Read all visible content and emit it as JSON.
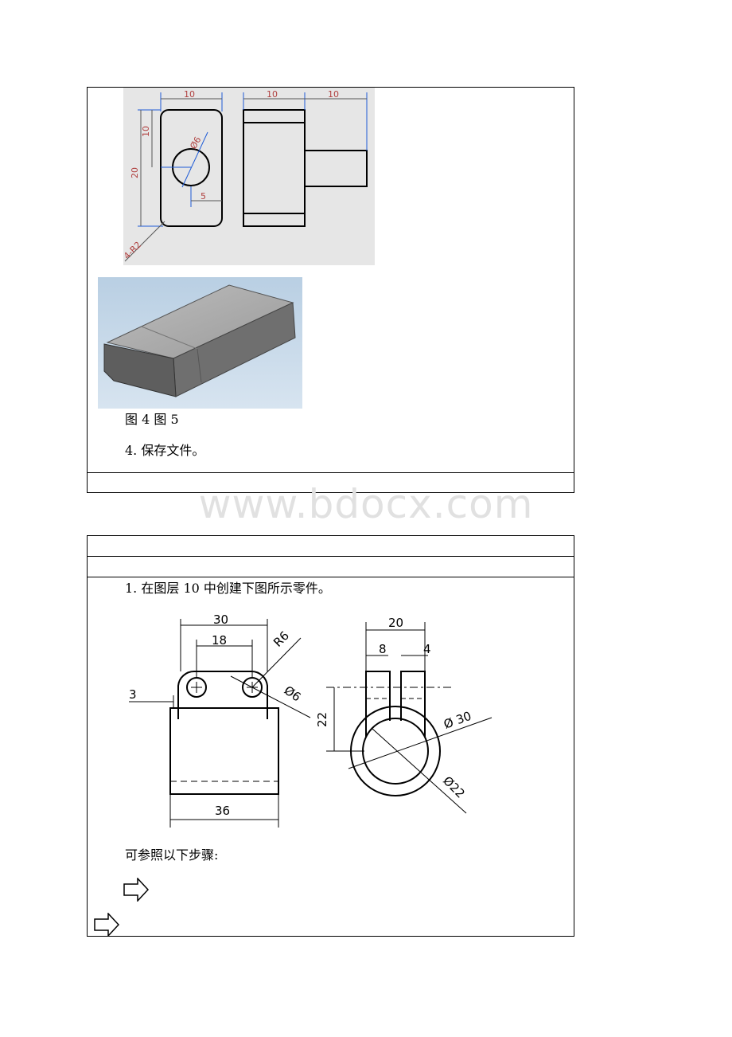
{
  "section1": {
    "fig_drawing_dims": {
      "front_width": "10",
      "front_height_top": "10",
      "front_height_total": "20",
      "hole_diameter": "Ø6",
      "hole_offset": "5",
      "corner_radius": "4-R2",
      "side_width_left": "10",
      "side_width_right": "10"
    },
    "caption": "图 4 图 5",
    "step": "4. 保存文件。"
  },
  "watermark": "www.bdocx.com",
  "section2": {
    "step": "1. 在图层 10 中创建下图所示零件。",
    "drawing_dims": {
      "width_30": "30",
      "width_18": "18",
      "radius": "R6",
      "hole": "Ø6",
      "offset_3": "3",
      "height_22": "22",
      "width_36": "36",
      "top_20": "20",
      "slot_8": "8",
      "slot_4": "4",
      "outer_dia": "Ø 30",
      "inner_dia": "Ø22"
    },
    "note": "可参照以下步骤:"
  }
}
